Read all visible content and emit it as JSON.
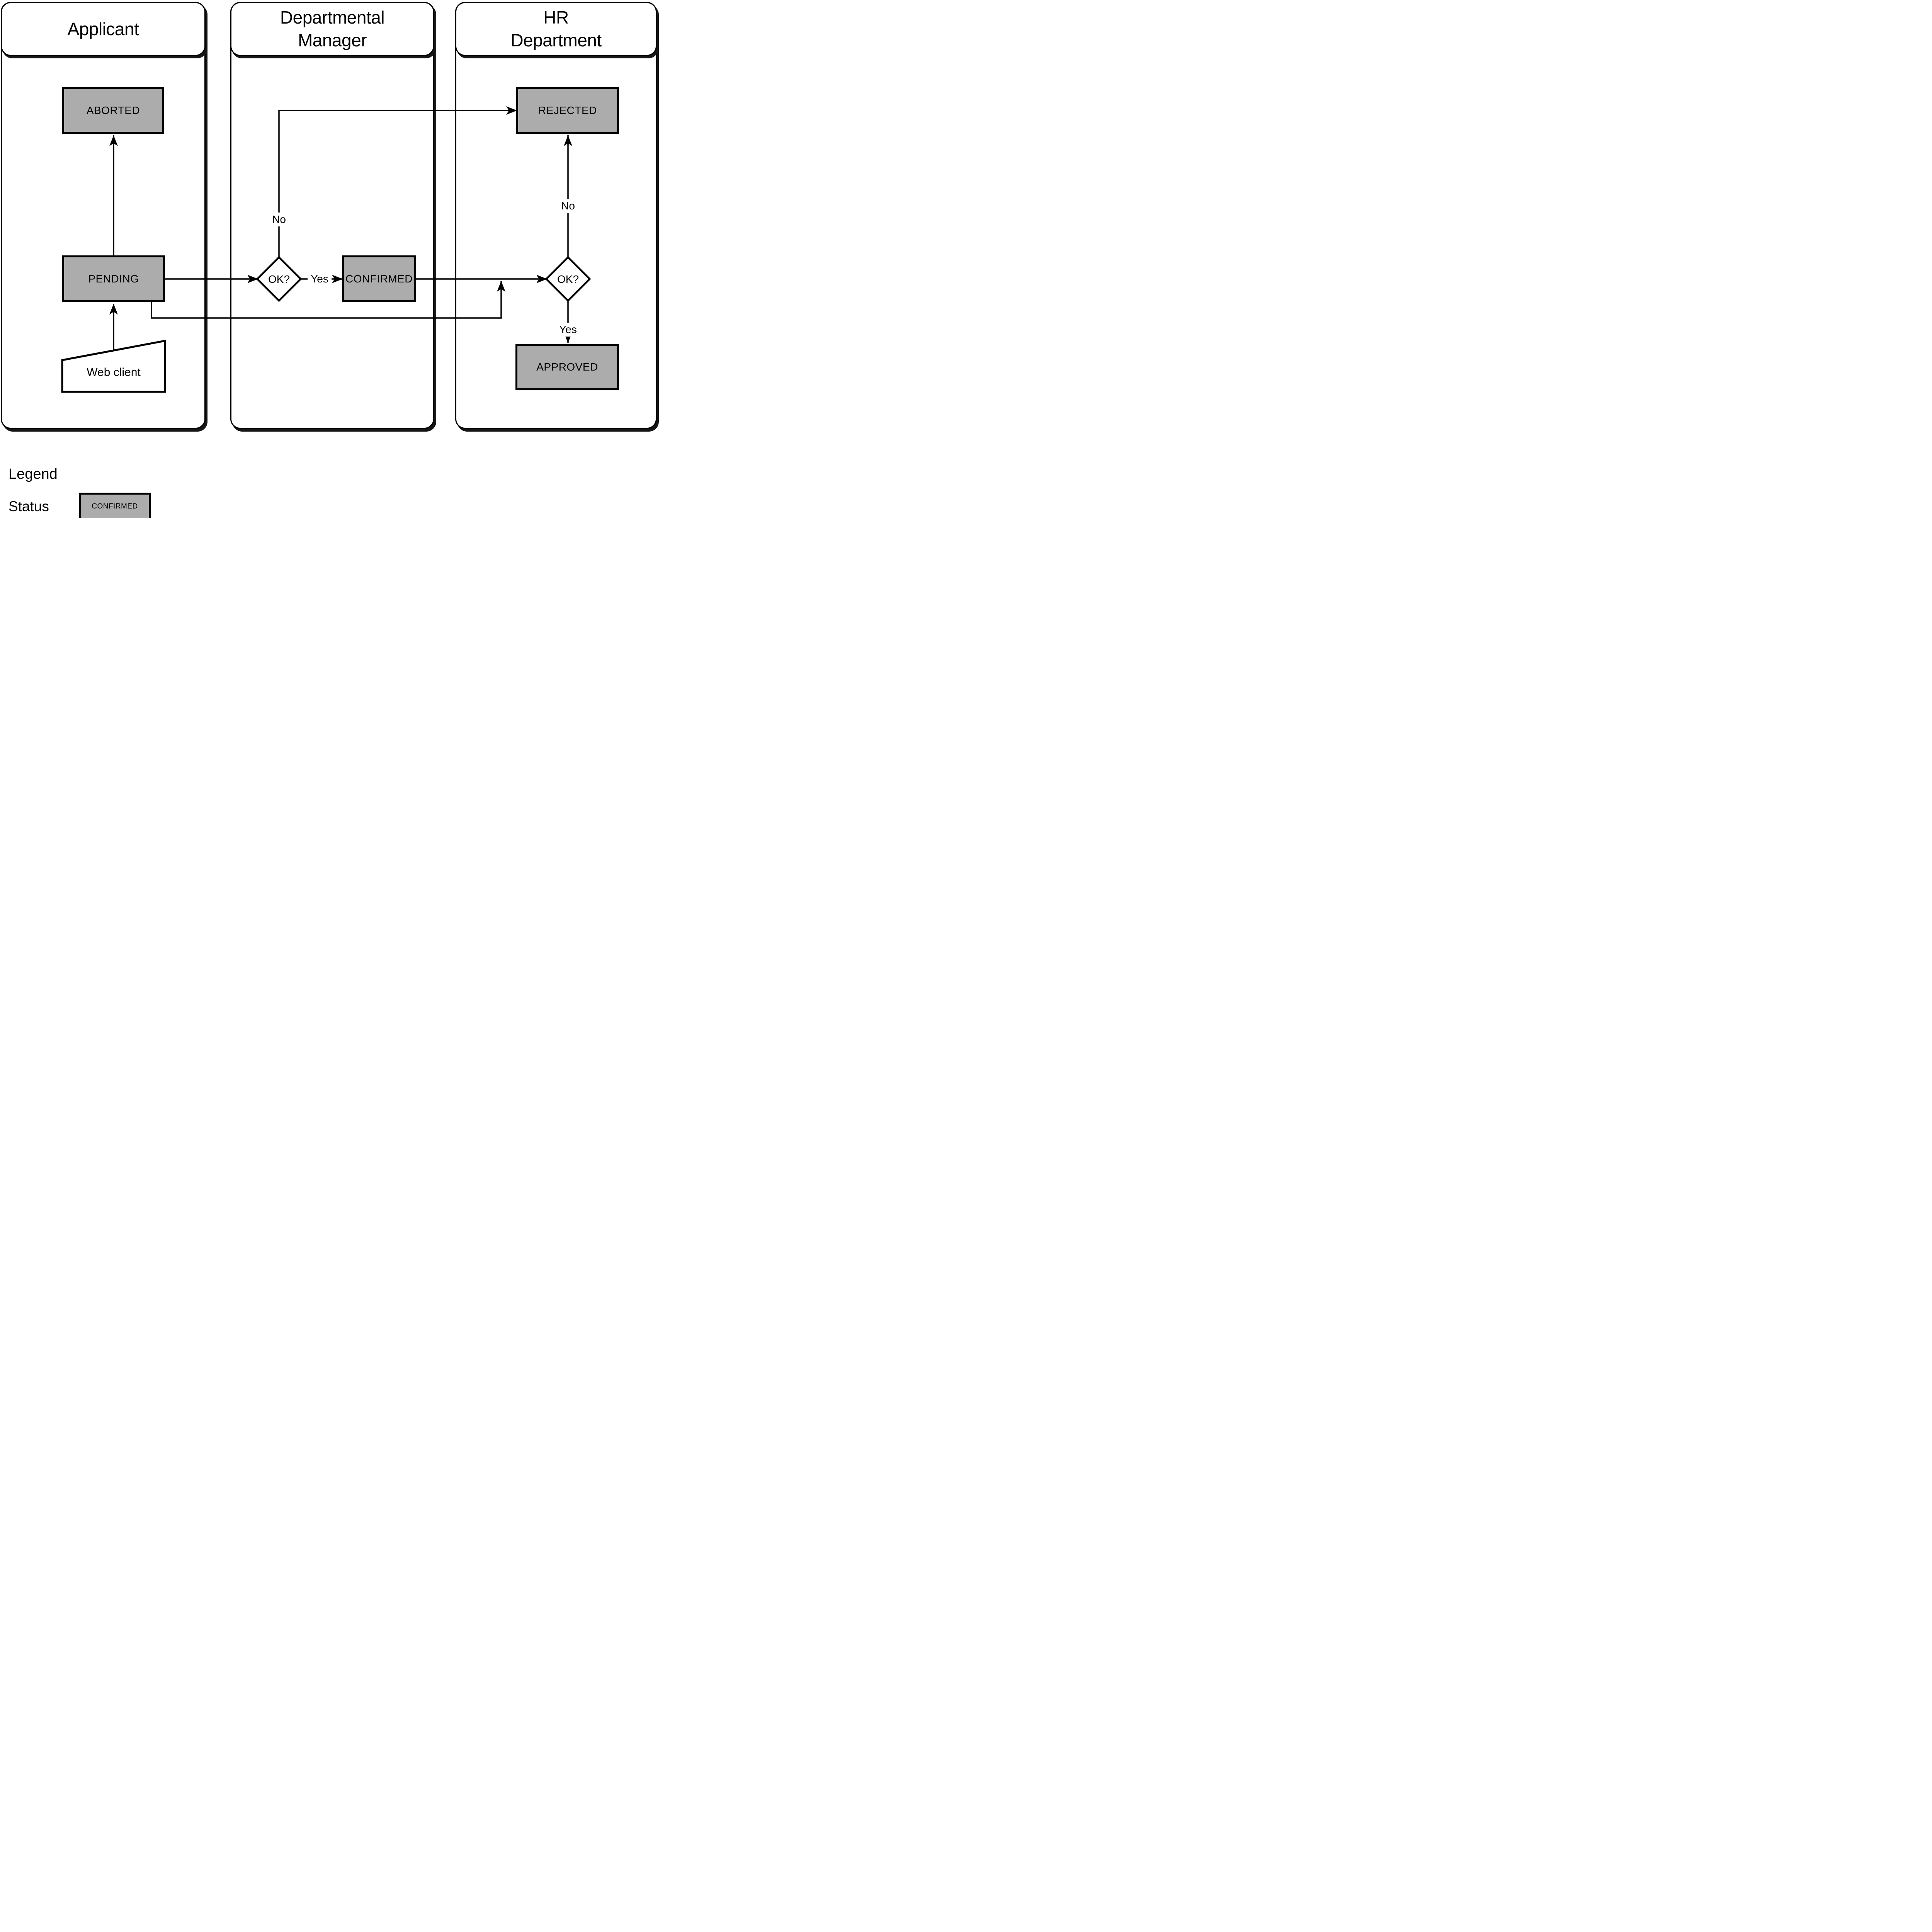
{
  "diagram": {
    "background": "#ffffff",
    "status_fill": "#acacac",
    "line_color": "#000000",
    "lanes": [
      {
        "title": "Applicant"
      },
      {
        "title": "Departmental Manager"
      },
      {
        "title": "HR Department"
      }
    ],
    "nodes": {
      "aborted": "ABORTED",
      "pending": "PENDING",
      "web_client": "Web client",
      "dm_decision": "OK?",
      "confirmed": "CONFIRMED",
      "rejected": "REJECTED",
      "hr_decision": "OK?",
      "approved": "APPROVED"
    },
    "edge_labels": {
      "dm_yes": "Yes",
      "dm_no": "No",
      "hr_yes": "Yes",
      "hr_no": "No"
    },
    "legend": {
      "title": "Legend",
      "row_label": "Status",
      "sample": "CONFIRMED"
    }
  }
}
